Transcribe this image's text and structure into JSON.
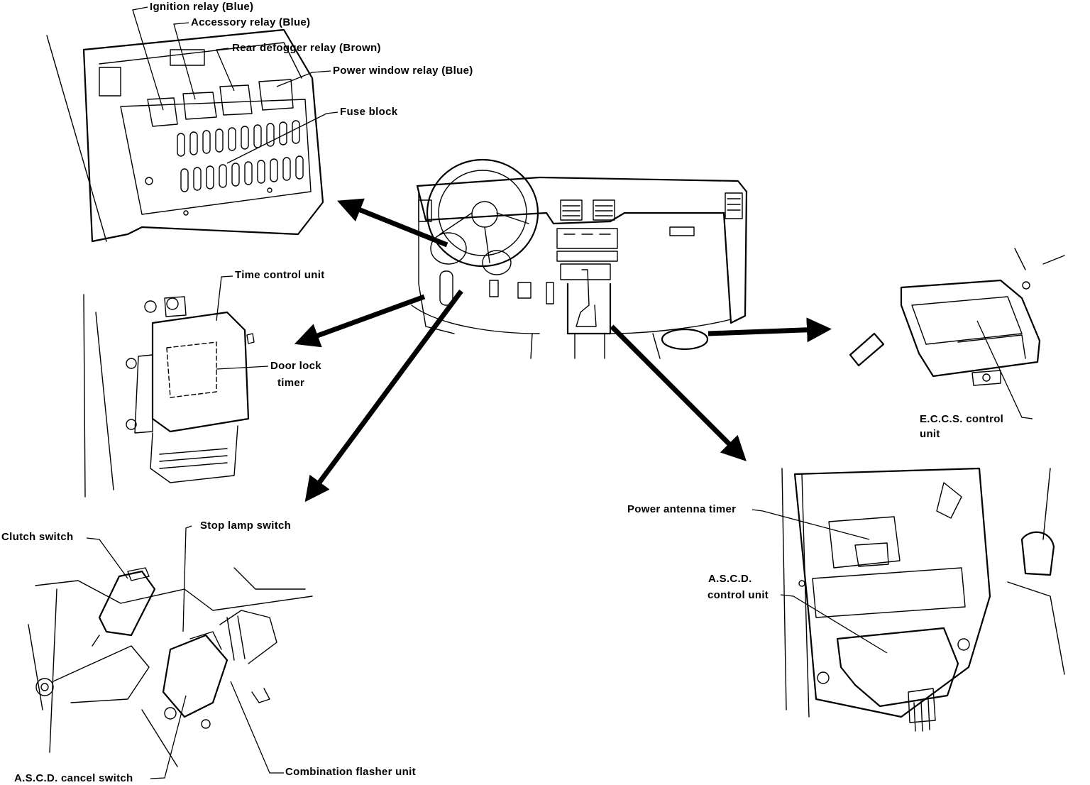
{
  "labels": {
    "ignition_relay": "Ignition relay (Blue)",
    "accessory_relay": "Accessory relay (Blue)",
    "rear_defogger_relay": "Rear defogger relay (Brown)",
    "power_window_relay": "Power window relay (Blue)",
    "fuse_block": "Fuse block",
    "time_control_unit": "Time control unit",
    "door_lock_timer_line1": "Door lock",
    "door_lock_timer_line2": "timer",
    "eccs_line1": "E.C.C.S. control",
    "eccs_line2": "unit",
    "power_antenna_timer": "Power antenna timer",
    "ascd_control_line1": "A.S.C.D.",
    "ascd_control_line2": "control unit",
    "clutch_switch": "Clutch switch",
    "stop_lamp_switch": "Stop lamp switch",
    "ascd_cancel_switch": "A.S.C.D. cancel switch",
    "combination_flasher_unit": "Combination flasher unit"
  },
  "colors": {
    "ink": "#000000",
    "paper": "#ffffff"
  }
}
